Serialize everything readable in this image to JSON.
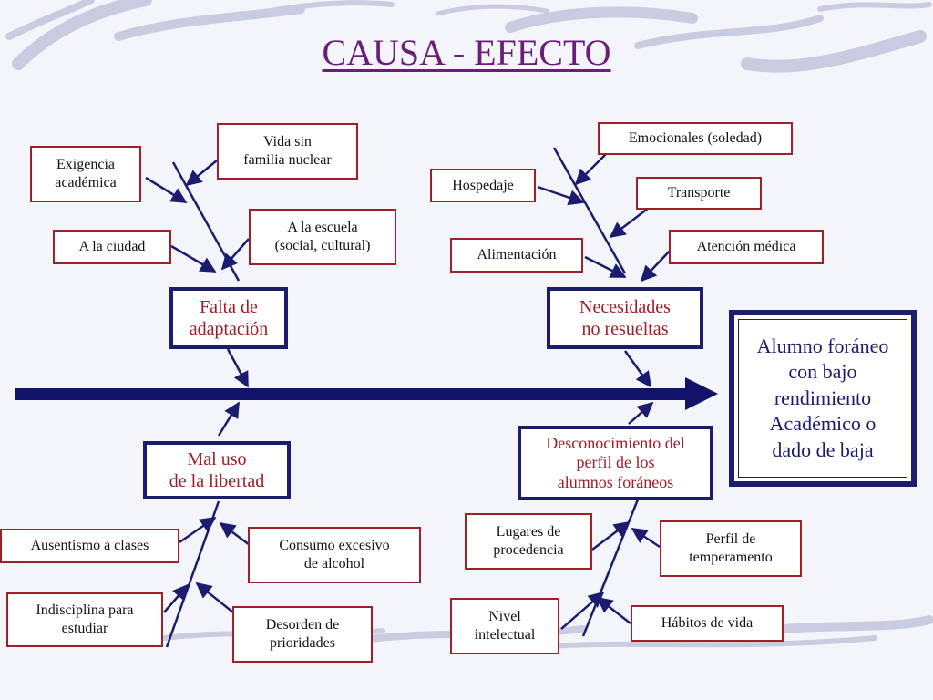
{
  "title": "CAUSA - EFECTO",
  "effect": "Alumno foráneo\ncon bajo\nrendimiento\nAcadémico o\ndado de baja",
  "categories": {
    "falta_adaptacion": "Falta de\nadaptación",
    "necesidades": "Necesidades\nno resueltas",
    "mal_uso": "Mal uso\nde la libertad",
    "desconocimiento": "Desconocimiento del\nperfil de los\nalumnos foráneos"
  },
  "causes": {
    "vida_sin_familia": "Vida sin\nfamilia nuclear",
    "exigencia": "Exigencia\nacadémica",
    "a_la_escuela": "A la escuela\n(social, cultural)",
    "a_la_ciudad": "A la ciudad",
    "emocionales": "Emocionales (soledad)",
    "hospedaje": "Hospedaje",
    "transporte": "Transporte",
    "alimentacion": "Alimentación",
    "atencion_medica": "Atención médica",
    "ausentismo": "Ausentismo a clases",
    "consumo_alcohol": "Consumo excesivo\nde alcohol",
    "indisciplina": "Indisciplina para\nestudiar",
    "desorden": "Desorden de\nprioridades",
    "lugares_procedencia": "Lugares de\nprocedencia",
    "perfil_temperamento": "Perfil de\ntemperamento",
    "nivel_intelectual": "Nivel\nintelectual",
    "habitos_vida": "Hábitos de vida"
  },
  "colors": {
    "spine": "#12126a",
    "bone": "#1c1c6e",
    "cause_border": "#a0202a",
    "category_text": "#a01c28",
    "title": "#6a1e7a"
  }
}
